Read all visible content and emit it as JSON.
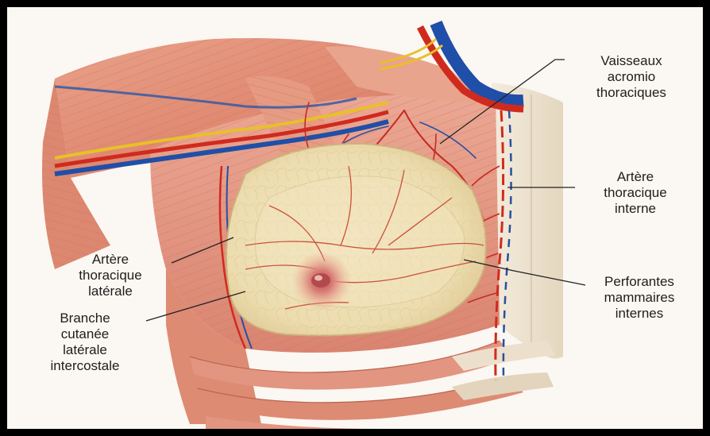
{
  "labels": {
    "vaisseaux": [
      "Vaisseaux",
      "acromio",
      "thoraciques"
    ],
    "artere_interne": [
      "Artère",
      "thoracique",
      "interne"
    ],
    "perforantes": [
      "Perforantes",
      "mammaires",
      "internes"
    ],
    "artere_laterale": [
      "Artère",
      "thoracique",
      "latérale"
    ],
    "branche": [
      "Branche",
      "cutanée",
      "latérale",
      "intercostale"
    ]
  },
  "colors": {
    "muscle": "#e2937b",
    "muscle_dark": "#c96f58",
    "fat": "#efe1b9",
    "skin": "#f3dfd0",
    "artery": "#d02a1e",
    "vein": "#1f4fa8",
    "nerve": "#e8c02a",
    "bone": "#efe6d6",
    "leader": "#222222"
  }
}
